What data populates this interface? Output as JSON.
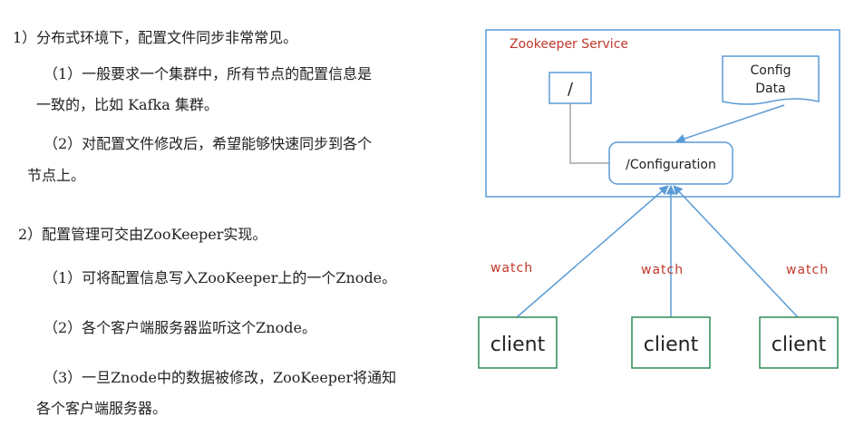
{
  "text": {
    "s1_title": "1）分布式环境下，配置文件同步非常常见。",
    "s1_p1_line1": "（1）一般要求一个集群中，所有节点的配置信息是",
    "s1_p1_line2": "一致的，比如 Kafka 集群。",
    "s1_p2_line1": "（2）对配置文件修改后，希望能够快速同步到各个",
    "s1_p2_line2": "节点上。",
    "s2_title": "2）配置管理可交由ZooKeeper实现。",
    "s2_p1": "（1）可将配置信息写入ZooKeeper上的一个Znode。",
    "s2_p2": "（2）各个客户端服务器监听这个Znode。",
    "s2_p3_line1": "（3）一旦Znode中的数据被修改，ZooKeeper将通知",
    "s2_p3_line2": "各个客户端服务器。"
  },
  "diagram": {
    "service_label": "Zookeeper Service",
    "root_node": "/",
    "config_data_line1": "Config",
    "config_data_line2": "Data",
    "configuration_node": "/Configuration",
    "watch_labels": [
      "watch",
      "watch",
      "watch"
    ],
    "clients": [
      "client",
      "client",
      "client"
    ]
  },
  "colors": {
    "service_border": "#5b9bd5",
    "service_text": "#c0392b",
    "node_border": "#5b9bd5",
    "arrow": "#5b9bd5",
    "connector": "#a6a6a6",
    "client_border": "#2e8b57",
    "watch_text": "#c0392b"
  }
}
